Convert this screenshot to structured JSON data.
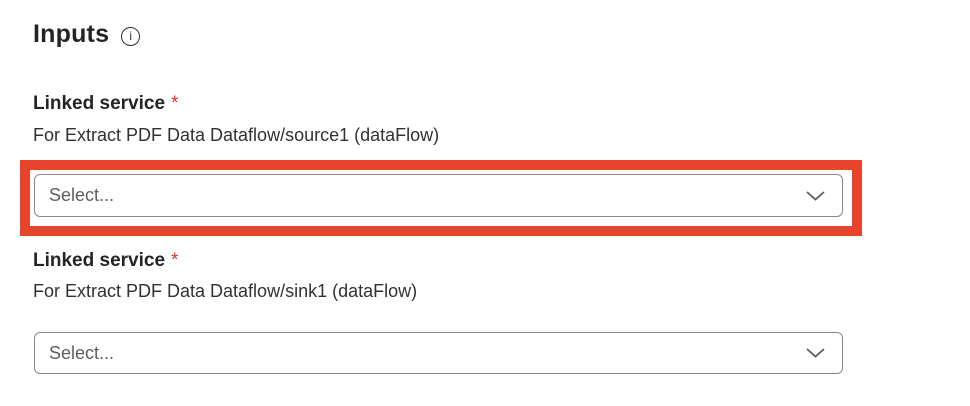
{
  "header": {
    "title": "Inputs",
    "info_glyph": "i"
  },
  "colors": {
    "highlight": "#E8432B",
    "text_primary": "#242424",
    "text_secondary": "#323130",
    "placeholder_text": "#605E5C",
    "dropdown_border": "#8A8886",
    "required_asterisk": "#D13438"
  },
  "fields": [
    {
      "label": "Linked service",
      "required_marker": "*",
      "description": "For Extract PDF Data Dataflow/source1 (dataFlow)",
      "dropdown": {
        "placeholder": "Select...",
        "chevron_icon": "chevron-down-icon"
      },
      "highlighted": true
    },
    {
      "label": "Linked service",
      "required_marker": "*",
      "description": "For Extract PDF Data Dataflow/sink1 (dataFlow)",
      "dropdown": {
        "placeholder": "Select...",
        "chevron_icon": "chevron-down-icon"
      },
      "highlighted": false
    }
  ]
}
